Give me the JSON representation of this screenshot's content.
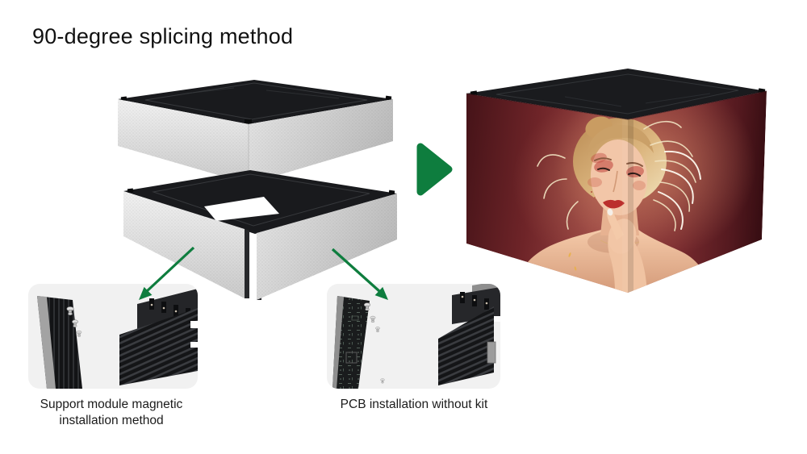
{
  "title": "90-degree splicing method",
  "captions": {
    "magnetic": {
      "line1": "Support module magnetic",
      "line2": "installation method"
    },
    "pcb": "PCB installation without kit"
  },
  "colors": {
    "accent_green": "#0e7d3e",
    "background": "#ffffff",
    "card_background": "#f1f1f1",
    "text": "#111111",
    "frame_dark": "#1a1b1e",
    "panel_mesh_light": "#f0f0f0",
    "cube_red_dark": "#4f161b",
    "cube_red_mid": "#90373a",
    "skin_tone": "#f0c3a2",
    "hair_tone": "#dcb67f"
  },
  "icons": {
    "merge_arrow": "merge-arrow-icon",
    "left_callout_arrow": "arrow-down-left-icon",
    "right_callout_arrow": "arrow-down-right-icon"
  }
}
